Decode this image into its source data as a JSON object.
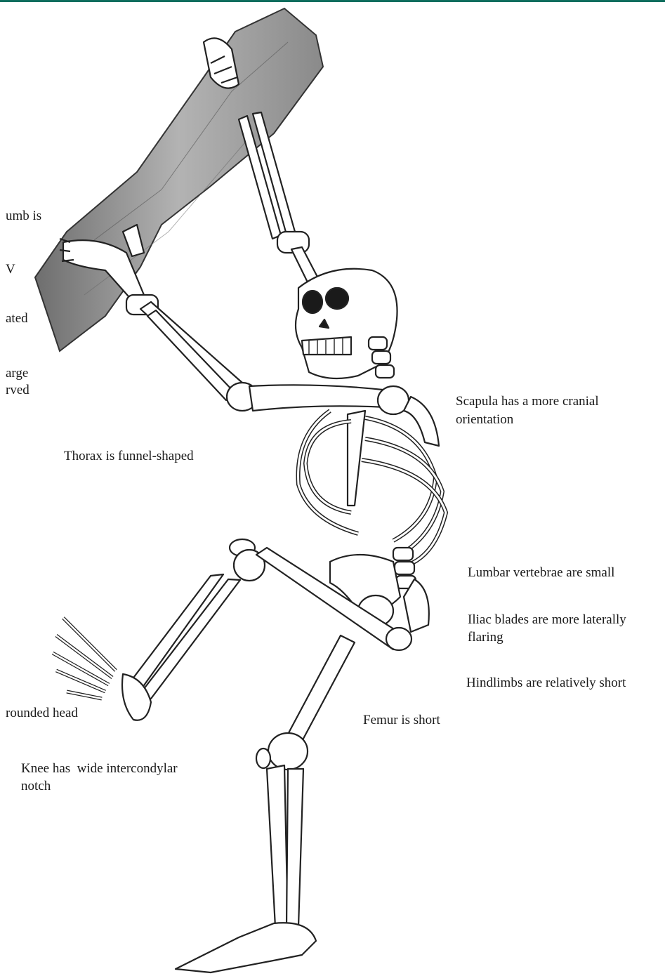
{
  "colors": {
    "top_bar": "#0f6e5e",
    "ink": "#1a1a1a",
    "bone_fill": "#ffffff",
    "bark": "#9a9a9a"
  },
  "labels": {
    "thumb": "umb is",
    "v": "V",
    "ated": "ated",
    "large": "arge",
    "curved": "rved",
    "thorax": "Thorax is funnel-shaped",
    "scapula_1": "Scapula has a more cranial",
    "scapula_2": "orientation",
    "lumbar": "Lumbar vertebrae are small",
    "iliac_1": "Iliac blades are more laterally",
    "iliac_2": "flaring",
    "hindlimbs": "Hindlimbs are relatively short",
    "femur_head": "rounded head",
    "femur": "Femur is short",
    "knee_1": "Knee has  wide intercondylar",
    "knee_2": "notch"
  }
}
